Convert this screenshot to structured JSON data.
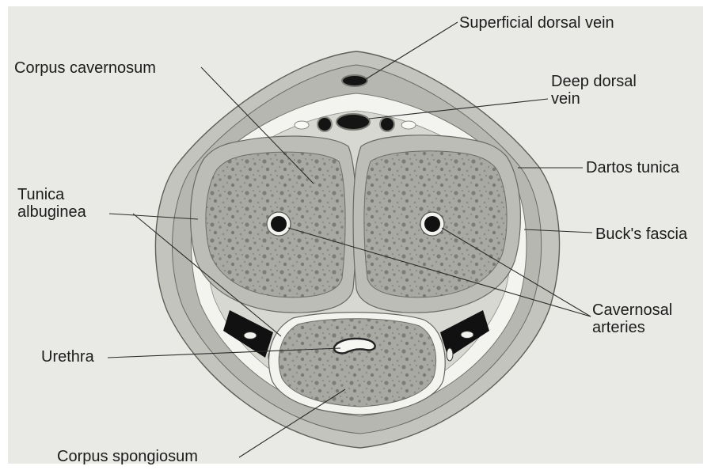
{
  "labels": {
    "superficial_dorsal_vein": "Superficial dorsal vein",
    "corpus_cavernosum": "Corpus cavernosum",
    "deep_dorsal_vein": "Deep dorsal\nvein",
    "dartos_tunica": "Dartos tunica",
    "tunica_albuginea": "Tunica\nalbuginea",
    "bucks_fascia": "Buck's fascia",
    "cavernosal_arteries": "Cavernosal\narteries",
    "urethra": "Urethra",
    "corpus_spongiosum": "Corpus spongiosum"
  },
  "colors": {
    "background": "#e9e9e6",
    "skin": "#c9c9c4",
    "fascia": "#f4f4f1",
    "tissue": "#a9a9a4",
    "tissue_light": "#bcbcb7",
    "vessel": "#141414",
    "leader_line": "#2a2a2a"
  }
}
